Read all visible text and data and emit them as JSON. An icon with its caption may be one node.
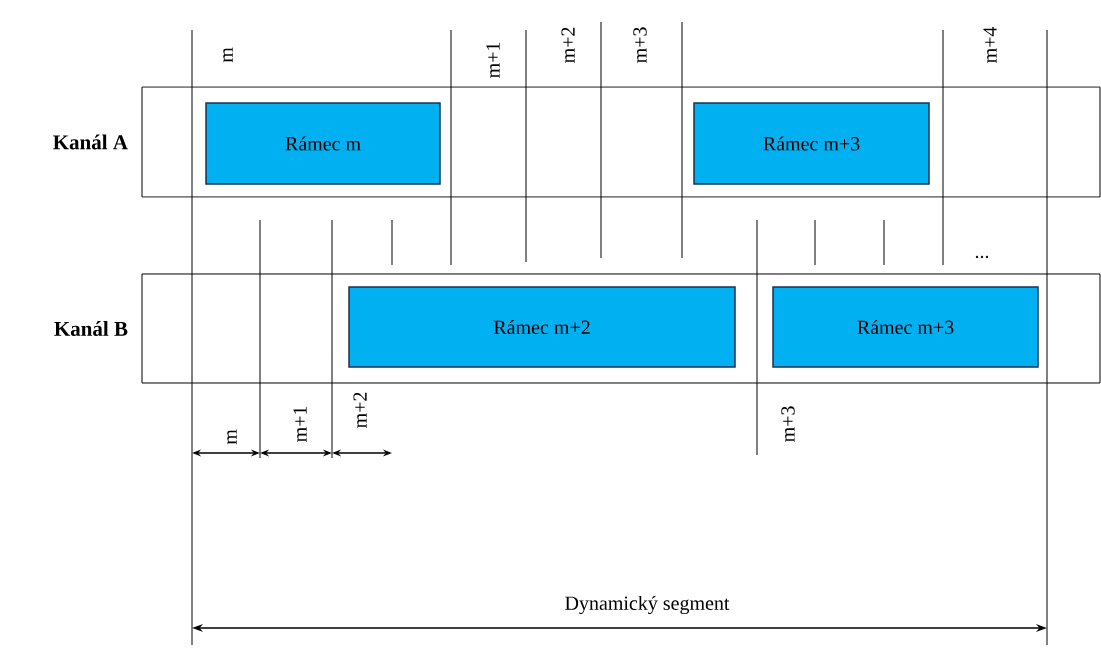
{
  "diagram": {
    "nodes": [
      {
        "text": [
          "Kanál A"
        ]
      },
      {
        "text": [
          "Rámec m"
        ],
        "in": 0
      },
      {
        "text": [
          "Rámec m+3"
        ],
        "in": 0
      },
      {
        "text": [
          "Kanál B"
        ]
      },
      {
        "text": [
          "Rámec m+2"
        ],
        "in": 3
      },
      {
        "text": [
          "Rámec m+3"
        ],
        "in": 3
      }
    ],
    "labels": [
      "m",
      "m+1",
      "m+2",
      "m+3",
      "m+4",
      "...",
      "m",
      "m+1",
      "m+2",
      "m+3",
      "Dynamický segment"
    ]
  }
}
